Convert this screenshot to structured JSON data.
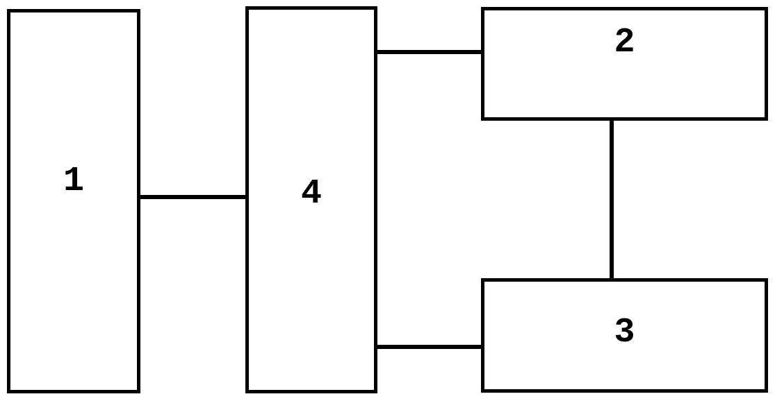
{
  "diagram": {
    "type": "block-diagram",
    "background_color": "#ffffff",
    "line_color": "#000000",
    "blocks": [
      {
        "id": "1",
        "label": "1",
        "shape": "tall-rectangle",
        "position": "left"
      },
      {
        "id": "2",
        "label": "2",
        "shape": "wide-rectangle",
        "position": "top-right"
      },
      {
        "id": "3",
        "label": "3",
        "shape": "wide-rectangle",
        "position": "bottom-right"
      },
      {
        "id": "4",
        "label": "4",
        "shape": "tall-rectangle",
        "position": "center"
      }
    ],
    "connections": [
      {
        "from": "1",
        "to": "4",
        "orientation": "horizontal"
      },
      {
        "from": "4",
        "to": "2",
        "orientation": "horizontal"
      },
      {
        "from": "4",
        "to": "3",
        "orientation": "horizontal"
      },
      {
        "from": "2",
        "to": "3",
        "orientation": "vertical"
      }
    ]
  }
}
